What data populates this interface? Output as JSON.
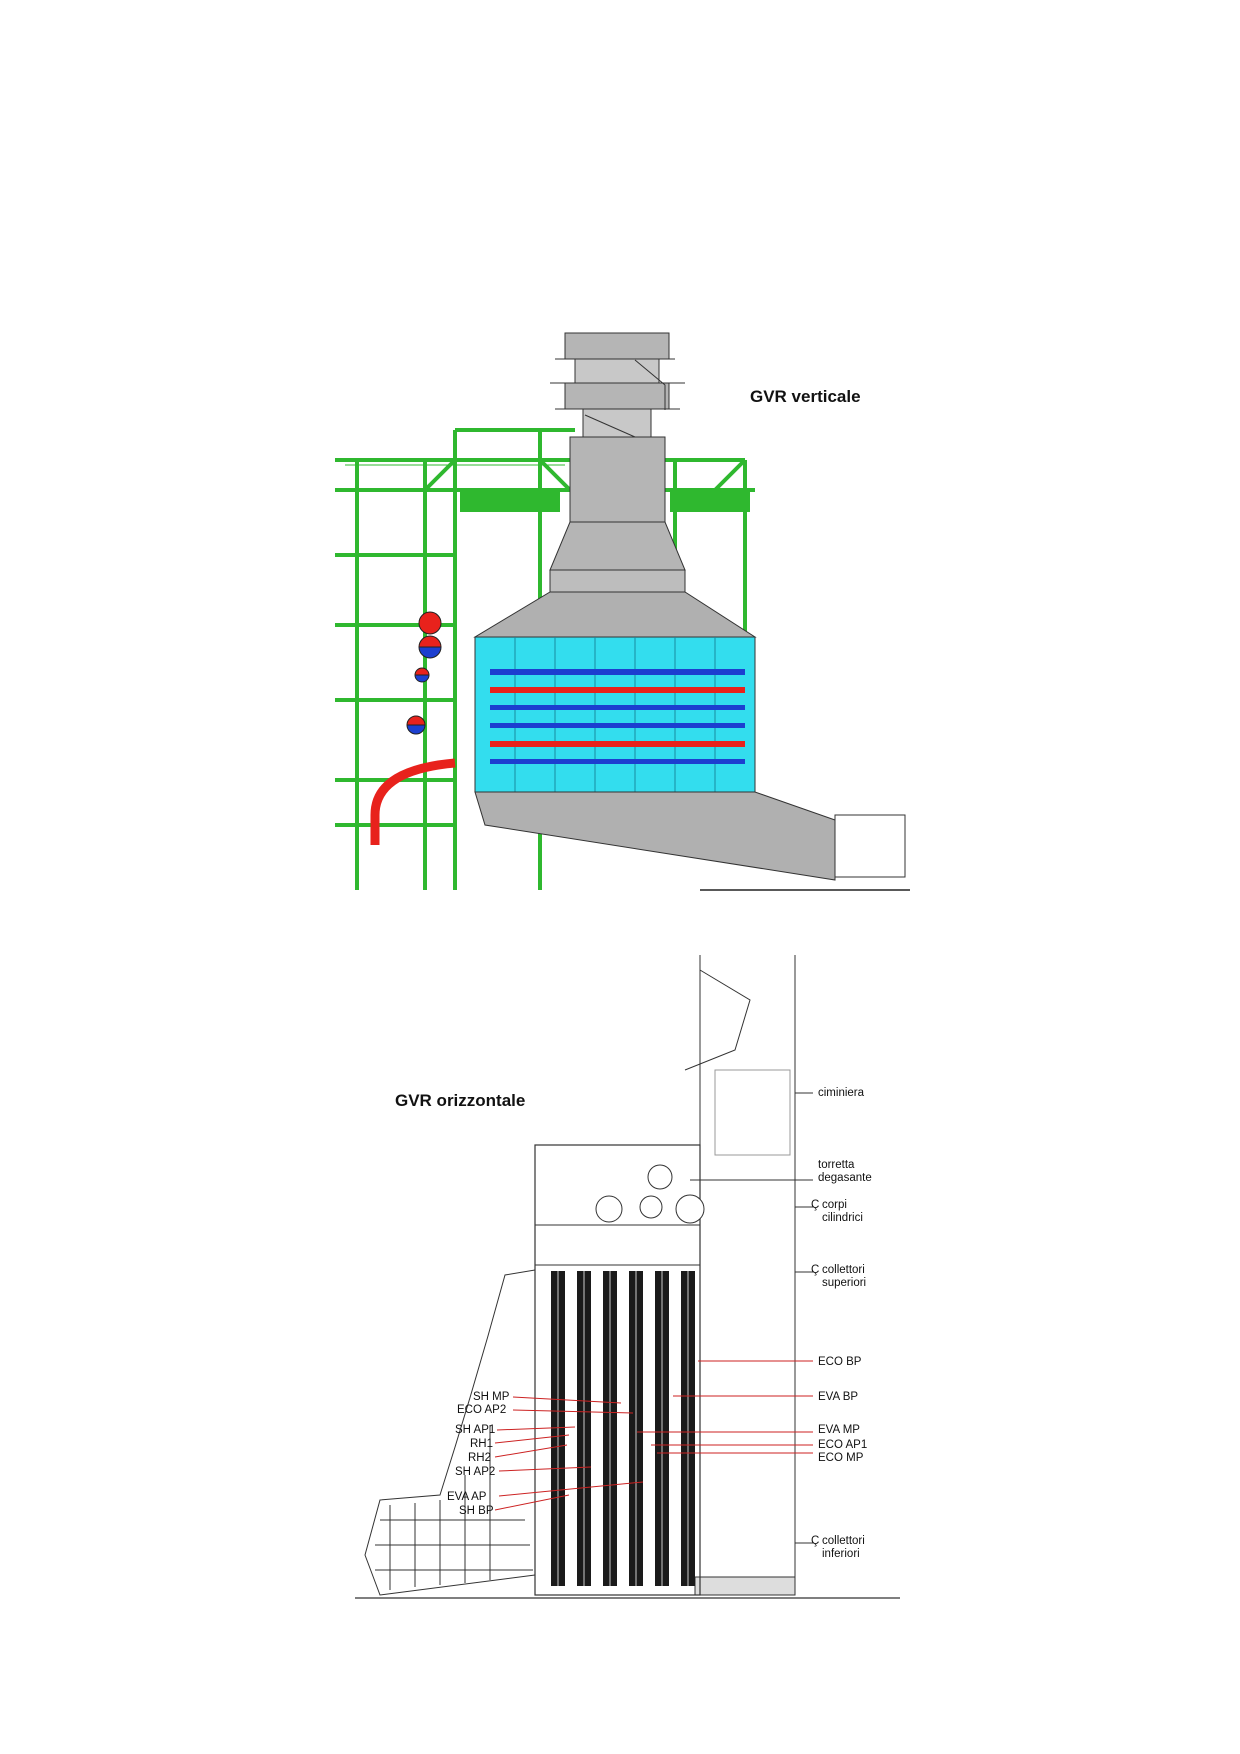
{
  "vertical": {
    "title": "GVR verticale",
    "colors": {
      "frame": "#2fb82f",
      "casing": "#b5b5b5",
      "tubes": "#33ddee",
      "hot": "#e8221c",
      "cold": "#1c3fd0"
    }
  },
  "horizontal": {
    "title": "GVR orizzontale",
    "right_labels": [
      {
        "lines": [
          "ciminiera"
        ],
        "symbol": ""
      },
      {
        "lines": [
          "torretta",
          "degasante"
        ],
        "symbol": ""
      },
      {
        "lines": [
          "corpi",
          "cilindrici"
        ],
        "symbol": "Ç"
      },
      {
        "lines": [
          "collettori",
          "superiori"
        ],
        "symbol": "Ç"
      },
      {
        "lines": [
          "ECO BP"
        ],
        "symbol": ""
      },
      {
        "lines": [
          "EVA BP"
        ],
        "symbol": ""
      },
      {
        "lines": [
          "EVA MP"
        ],
        "symbol": ""
      },
      {
        "lines": [
          "ECO AP1"
        ],
        "symbol": ""
      },
      {
        "lines": [
          "ECO MP"
        ],
        "symbol": ""
      },
      {
        "lines": [
          "collettori",
          "inferiori"
        ],
        "symbol": "Ç"
      }
    ],
    "left_labels": [
      "SH MP",
      "ECO AP2",
      "SH AP1",
      "RH1",
      "RH2",
      "SH AP2",
      "EVA AP",
      "SH BP"
    ],
    "colors": {
      "leader": "#cc2222",
      "bank": "#1a1a1a",
      "line": "#333333"
    }
  }
}
